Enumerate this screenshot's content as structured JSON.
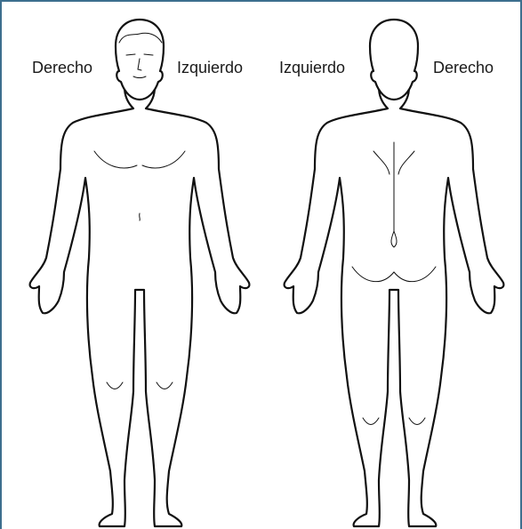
{
  "labels": {
    "front_right": "Derecho",
    "front_left": "Izquierdo",
    "back_left": "Izquierdo",
    "back_right": "Derecho"
  },
  "colors": {
    "frame_border": "#3d6f8e",
    "outline": "#111111",
    "background": "#ffffff"
  }
}
